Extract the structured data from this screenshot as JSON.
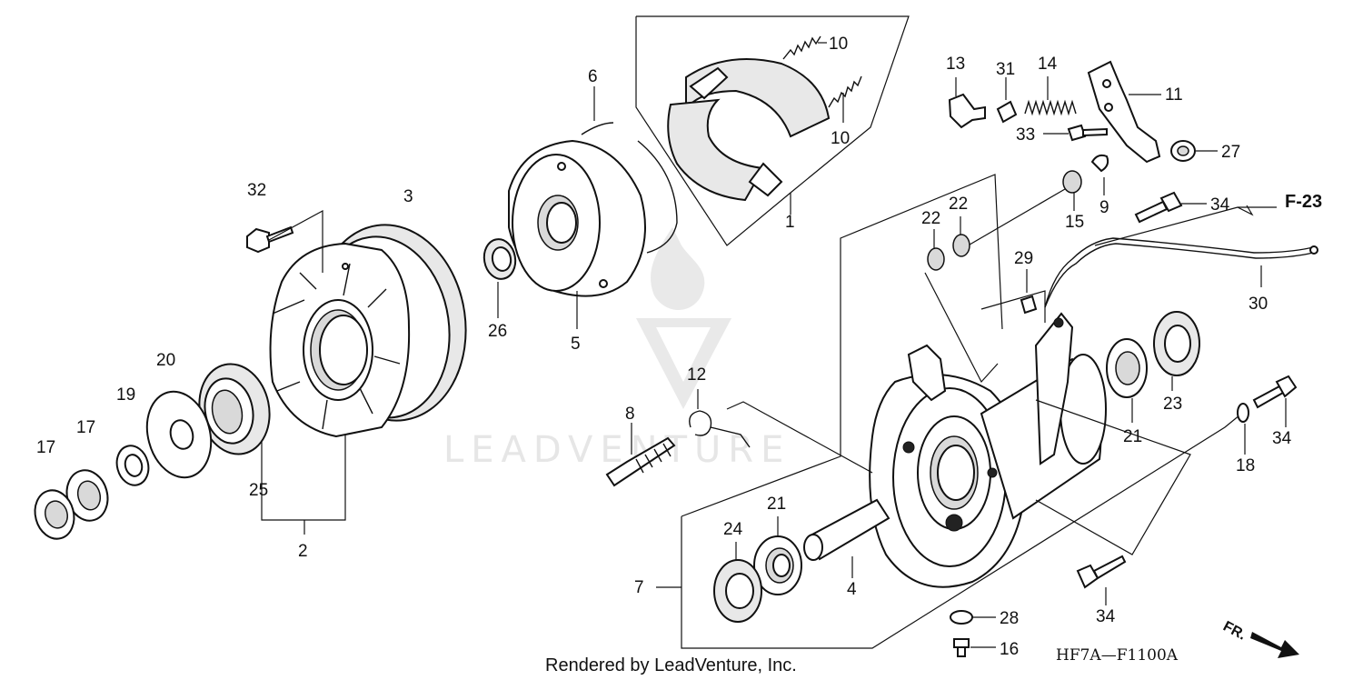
{
  "diagram": {
    "footer_text": "Rendered by LeadVenture, Inc.",
    "diagram_code": "HF7A—F1100A",
    "section_ref": "F-23",
    "direction_label": "FR.",
    "watermark": "LEADVENTURE",
    "callouts": {
      "c1": "1",
      "c2": "2",
      "c3": "3",
      "c4": "4",
      "c5": "5",
      "c6": "6",
      "c7": "7",
      "c8": "8",
      "c9": "9",
      "c10a": "10",
      "c10b": "10",
      "c11": "11",
      "c12": "12",
      "c13": "13",
      "c14": "14",
      "c15": "15",
      "c16": "16",
      "c17a": "17",
      "c17b": "17",
      "c18": "18",
      "c19": "19",
      "c20": "20",
      "c21a": "21",
      "c21b": "21",
      "c22a": "22",
      "c22b": "22",
      "c23": "23",
      "c24": "24",
      "c25": "25",
      "c26": "26",
      "c27": "27",
      "c28": "28",
      "c29": "29",
      "c30": "30",
      "c31": "31",
      "c32": "32",
      "c33": "33",
      "c34a": "34",
      "c34b": "34",
      "c34c": "34"
    }
  }
}
